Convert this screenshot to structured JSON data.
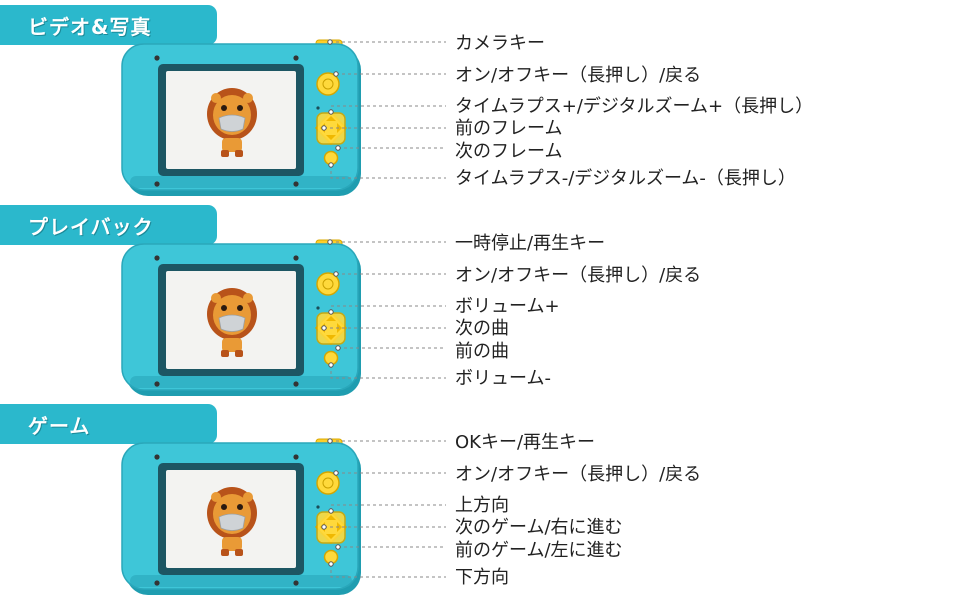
{
  "sections": [
    {
      "title": "ビデオ&写真",
      "labels": [
        "カメラキー",
        "オン/オフキー（長押し）/戻る",
        "タイムラプス+/デジタルズーム+（長押し）",
        "前のフレーム",
        "次のフレーム",
        "タイムラプス-/デジタルズーム-（長押し）"
      ]
    },
    {
      "title": "プレイバック",
      "labels": [
        "一時停止/再生キー",
        "オン/オフキー（長押し）/戻る",
        "ボリューム+",
        "次の曲",
        "前の曲",
        "ボリューム-"
      ]
    },
    {
      "title": "ゲーム",
      "labels": [
        "OKキー/再生キー",
        "オン/オフキー（長押し）/戻る",
        "上方向",
        "次のゲーム/右に進む",
        "前のゲーム/左に進む",
        "下方向"
      ]
    }
  ],
  "colors": {
    "tab": "#2bb8cc",
    "body": "#3ec6d8",
    "button": "#ffd93b",
    "screen": "#f3f3f1"
  }
}
